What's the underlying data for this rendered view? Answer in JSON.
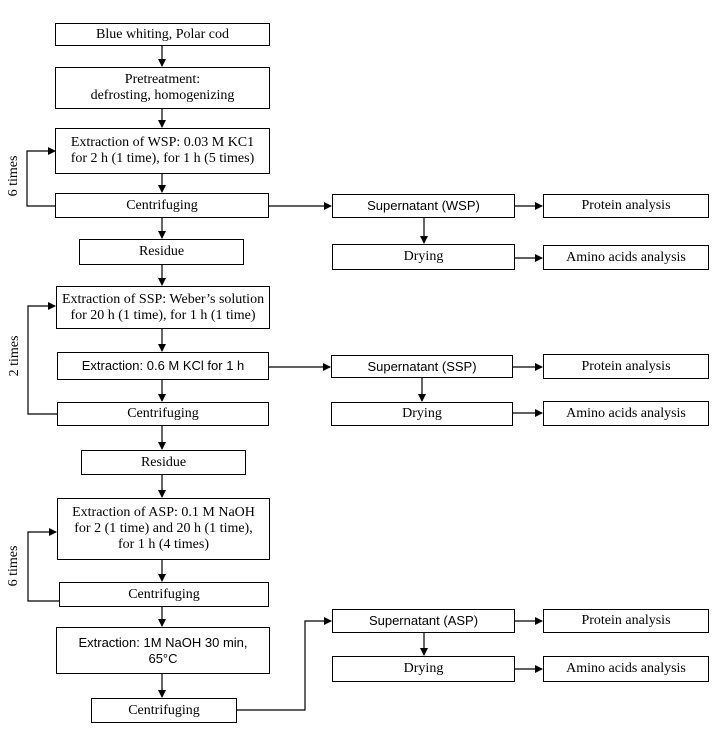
{
  "nodes": {
    "raw": {
      "lines": [
        "Blue whiting, Polar cod"
      ]
    },
    "pretreat": {
      "lines": [
        "Pretreatment:",
        "defrosting, homogenizing"
      ]
    },
    "wsp_extract": {
      "lines": [
        "Extraction of WSP: 0.03 M KC1",
        "for 2 h (1 time), for 1 h (5 times)"
      ]
    },
    "centrifuge1": {
      "lines": [
        "Centrifuging"
      ]
    },
    "residue1": {
      "lines": [
        "Residue"
      ]
    },
    "ssp_extract": {
      "lines": [
        "Extraction of SSP: Weber’s solution",
        "for 20 h (1 time), for 1 h (1 time)"
      ]
    },
    "kcl_extract": {
      "lines": [
        "Extraction: 0.6 M KCl for 1 h"
      ]
    },
    "centrifuge2": {
      "lines": [
        "Centrifuging"
      ]
    },
    "residue2": {
      "lines": [
        "Residue"
      ]
    },
    "asp_extract": {
      "lines": [
        "Extraction of ASP: 0.1  M  NaOH",
        "for 2 (1 time) and 20 h (1 time),",
        "for 1 h (4 times)"
      ]
    },
    "centrifuge3": {
      "lines": [
        "Centrifuging"
      ]
    },
    "naoh_extract": {
      "lines": [
        "Extraction: 1M NaOH 30 min,",
        "65°C"
      ]
    },
    "centrifuge4": {
      "lines": [
        "Centrifuging"
      ]
    },
    "sup_wsp": {
      "lines": [
        "Supernatant (WSP)"
      ]
    },
    "drying1": {
      "lines": [
        "Drying"
      ]
    },
    "sup_ssp": {
      "lines": [
        "Supernatant (SSP)"
      ]
    },
    "drying2": {
      "lines": [
        "Drying"
      ]
    },
    "sup_asp": {
      "lines": [
        "Supernatant (ASP)"
      ]
    },
    "drying3": {
      "lines": [
        "Drying"
      ]
    },
    "protein1": {
      "lines": [
        "Protein analysis"
      ]
    },
    "amino1": {
      "lines": [
        "Amino acids analysis"
      ]
    },
    "protein2": {
      "lines": [
        "Protein analysis"
      ]
    },
    "amino2": {
      "lines": [
        "Amino acids analysis"
      ]
    },
    "protein3": {
      "lines": [
        "Protein analysis"
      ]
    },
    "amino3": {
      "lines": [
        "Amino acids analysis"
      ]
    }
  },
  "loops": {
    "wsp_loop": "6 times",
    "ssp_loop": "2 times",
    "asp_loop": "6 times"
  }
}
